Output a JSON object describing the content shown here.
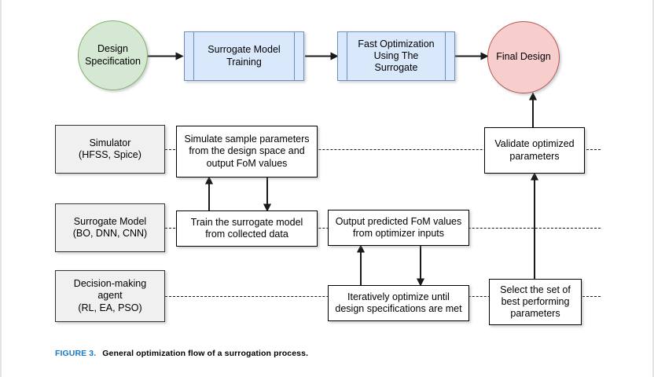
{
  "figure": {
    "number_label": "FIGURE 3.",
    "caption": "General optimization flow of a surrogation process.",
    "number_color": "#1a79c4",
    "caption_color": "#000000"
  },
  "colors": {
    "green_fill": "#d5e8d4",
    "green_stroke": "#82b366",
    "red_fill": "#f8cecc",
    "red_stroke": "#b85450",
    "blue_fill": "#dae8fc",
    "blue_stroke": "#6c8ebf",
    "grey_fill": "#f0f0f0",
    "grey_stroke": "#333333",
    "task_fill": "#ffffff",
    "task_stroke": "#000000",
    "page_background": "#ffffff"
  },
  "top_flow": {
    "start_node": "Design\nSpecification",
    "step_1": "Surrogate Model\nTraining",
    "step_2": "Fast Optimization\nUsing The\nSurrogate",
    "end_node": "Final Design"
  },
  "lanes": [
    {
      "id": "simulator",
      "label": "Simulator\n(HFSS, Spice)"
    },
    {
      "id": "surrogate-model",
      "label": "Surrogate Model\n(BO, DNN, CNN)"
    },
    {
      "id": "decision-agent",
      "label": "Decision-making\nagent\n(RL, EA, PSO)"
    }
  ],
  "tasks": {
    "simulate": "Simulate sample parameters\nfrom the design space and\noutput FoM values",
    "train": "Train the surrogate model\nfrom collected data",
    "predict": "Output predicted FoM values\nfrom optimizer inputs",
    "iterate": "Iteratively optimize until\ndesign specifications are met",
    "validate": "Validate optimized\nparameters",
    "select": "Select the set of\nbest performing\nparameters"
  }
}
